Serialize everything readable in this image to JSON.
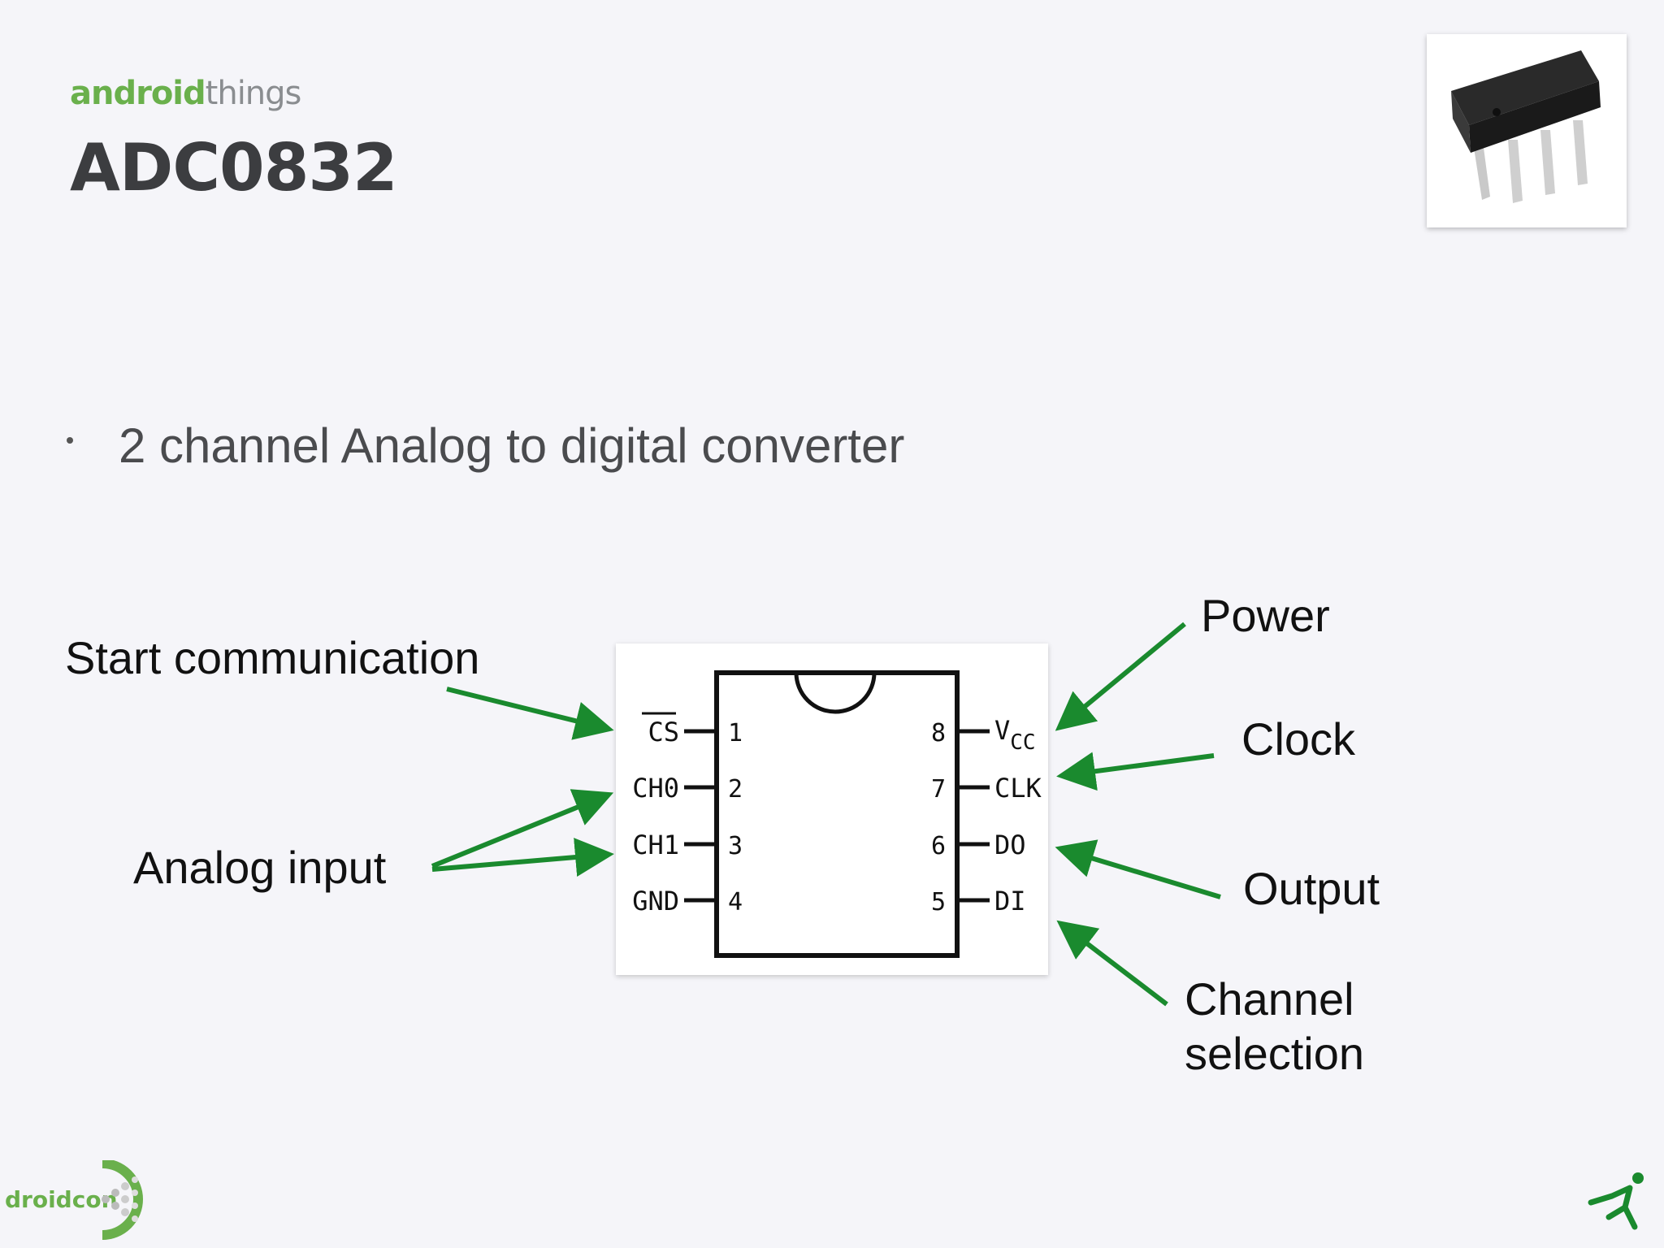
{
  "header": {
    "brand_part1": "android",
    "brand_part2": "things",
    "title": "ADC0832"
  },
  "bullet": "2 channel Analog to digital converter",
  "labels": {
    "start": "Start communication",
    "analog": "Analog input",
    "power": "Power",
    "clock": "Clock",
    "output": "Output",
    "channel_line1": "Channel",
    "channel_line2": "selection"
  },
  "chip": {
    "left_pins": [
      {
        "name": "CS",
        "number": "1"
      },
      {
        "name": "CH0",
        "number": "2"
      },
      {
        "name": "CH1",
        "number": "3"
      },
      {
        "name": "GND",
        "number": "4"
      }
    ],
    "right_pins": [
      {
        "name": "V",
        "sub": "CC",
        "number": "8"
      },
      {
        "name": "CLK",
        "number": "7"
      },
      {
        "name": "DO",
        "number": "6"
      },
      {
        "name": "DI",
        "number": "5"
      }
    ]
  },
  "footer": {
    "logo_text": "droidcon"
  },
  "colors": {
    "arrow": "#1a8a2e",
    "brand_green": "#6ab04c",
    "title": "#3c3d40"
  },
  "icons": [
    "chip-photo",
    "droidcon-logo-icon",
    "runner-icon"
  ]
}
